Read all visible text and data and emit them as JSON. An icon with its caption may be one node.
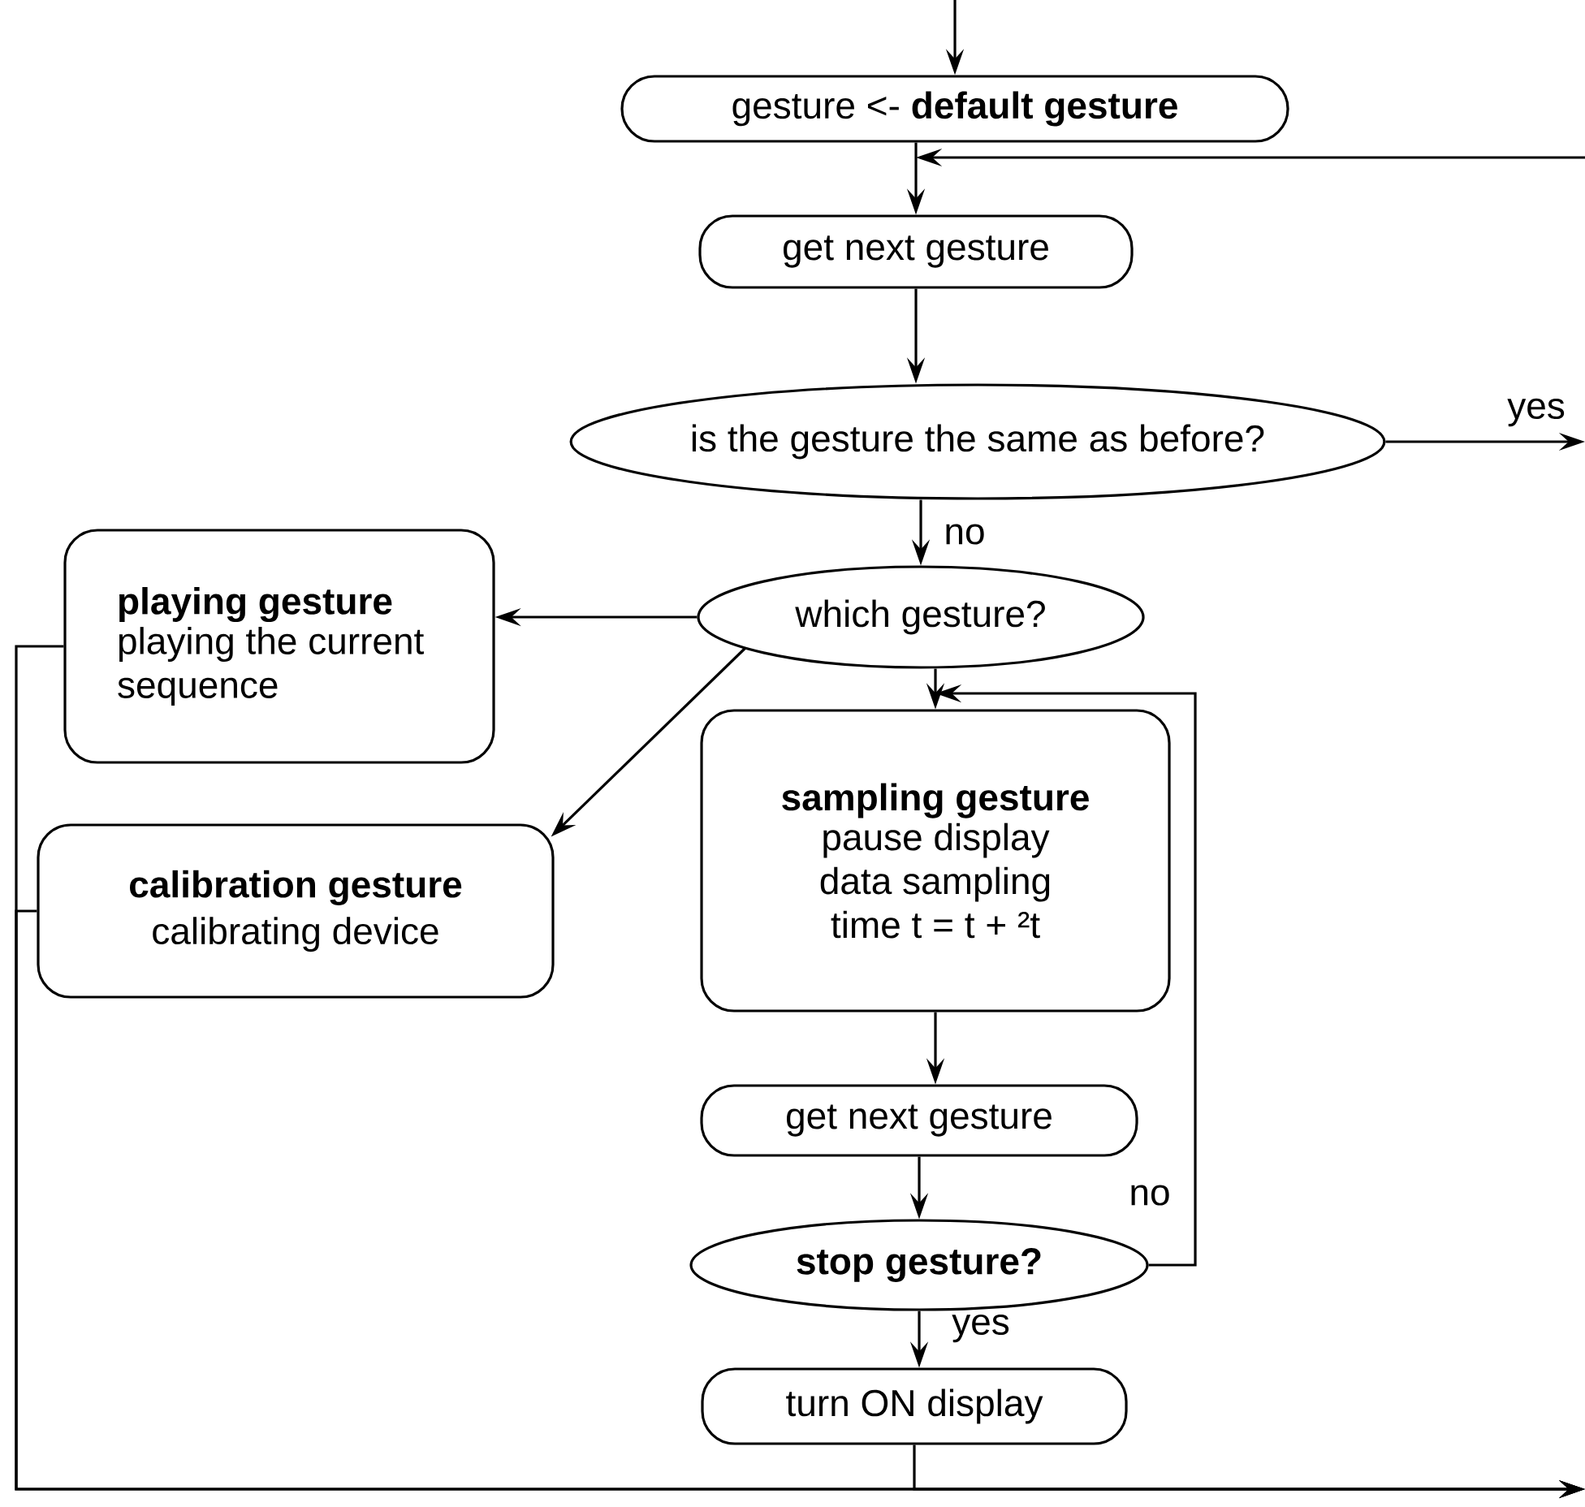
{
  "diagram": {
    "nodes": [
      {
        "text": [
          "gesture <- **default gesture**"
        ]
      },
      {
        "text": [
          "get next gesture"
        ]
      },
      {
        "text": [
          "is the gesture the same as before?"
        ]
      },
      {
        "text": [
          "which gesture?"
        ]
      },
      {
        "text": [
          "playing gesture",
          "playing the current sequence"
        ]
      },
      {
        "text": [
          "calibration gesture",
          "calibrating device"
        ]
      },
      {
        "text": [
          "sampling gesture",
          "pause display data sampling time t = t + ²t"
        ]
      },
      {
        "text": [
          "get next gesture"
        ]
      },
      {
        "text": [
          "stop gesture?"
        ]
      },
      {
        "text": [
          "turn ON display"
        ]
      }
    ],
    "edges": [
      {
        "from": null,
        "to": 0,
        "arrow": "to"
      },
      {
        "from": 0,
        "to": 1,
        "arrow": "to"
      },
      {
        "from": null,
        "to": 1,
        "arrow": "to"
      },
      {
        "from": 1,
        "to": 2,
        "arrow": "to"
      },
      {
        "from": 2,
        "to": null,
        "arrow": "to",
        "label": "yes"
      },
      {
        "from": 2,
        "to": 3,
        "arrow": "to",
        "label": "no"
      },
      {
        "from": 3,
        "to": 4,
        "arrow": "to"
      },
      {
        "from": 3,
        "to": 5,
        "arrow": "to"
      },
      {
        "from": 3,
        "to": 6,
        "arrow": "to"
      },
      {
        "from": 6,
        "to": 7,
        "arrow": "to"
      },
      {
        "from": 7,
        "to": 8,
        "arrow": "to"
      },
      {
        "from": 8,
        "to": 6,
        "arrow": "to",
        "label": "no"
      },
      {
        "from": 8,
        "to": 9,
        "arrow": "to",
        "label": "yes"
      },
      {
        "from": 4,
        "to": null,
        "arrow": "to"
      },
      {
        "from": 5,
        "to": null,
        "arrow": "to"
      },
      {
        "from": 9,
        "to": null,
        "arrow": "to"
      }
    ]
  }
}
